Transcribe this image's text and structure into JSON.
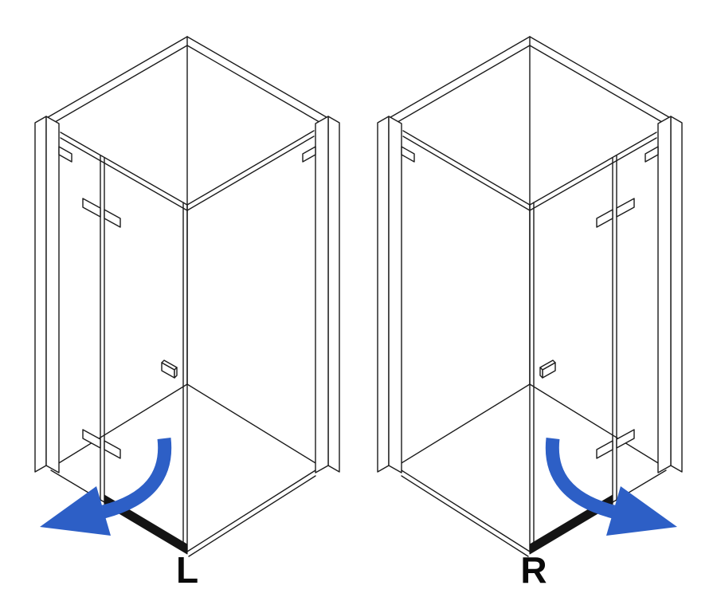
{
  "variants": [
    {
      "label": "L",
      "door_swing": "left"
    },
    {
      "label": "R",
      "door_swing": "right"
    }
  ],
  "colors": {
    "background": "#ffffff",
    "line": "#1b1b1b",
    "door_seal": "#141414",
    "arrow_blue": "#2d5fc6"
  },
  "icons": {
    "left_drawing": "shower-enclosure-left-hinged-door",
    "right_drawing": "shower-enclosure-right-hinged-door",
    "arrow_left": "swing-arrow-curved-left",
    "arrow_right": "swing-arrow-curved-right"
  }
}
